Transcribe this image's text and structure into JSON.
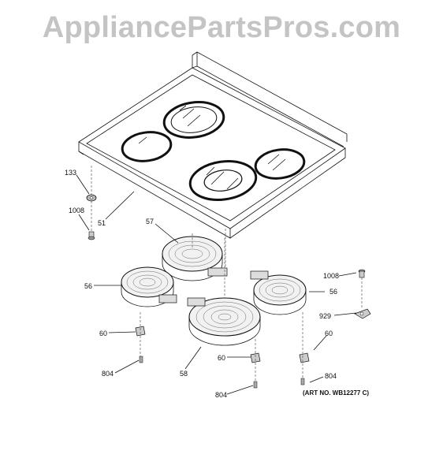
{
  "watermark": "AppliancePartsPros.com",
  "art_number": "(ART NO. WB12277 C)",
  "callouts": [
    {
      "id": "133"
    },
    {
      "id": "1008"
    },
    {
      "id": "51"
    },
    {
      "id": "57"
    },
    {
      "id": "56"
    },
    {
      "id": "1008"
    },
    {
      "id": "56"
    },
    {
      "id": "929"
    },
    {
      "id": "60"
    },
    {
      "id": "60"
    },
    {
      "id": "60"
    },
    {
      "id": "804"
    },
    {
      "id": "58"
    },
    {
      "id": "804"
    },
    {
      "id": "804"
    }
  ]
}
